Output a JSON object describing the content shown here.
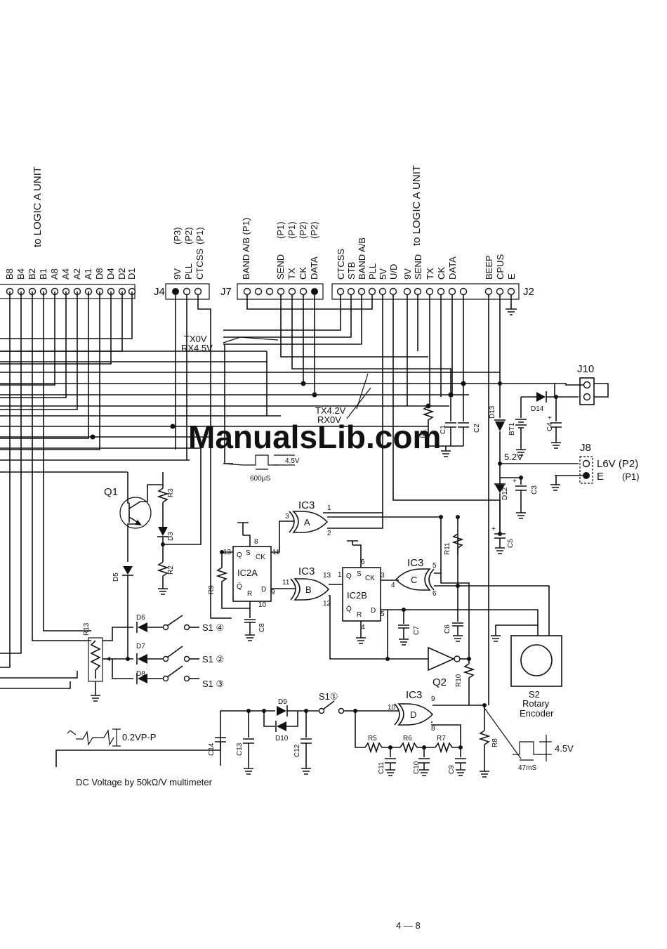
{
  "logic_a_label": "to LOGIC A UNIT",
  "left_connector": {
    "pins": [
      "B8",
      "B4",
      "B2",
      "B1",
      "A8",
      "A4",
      "A2",
      "A1",
      "D8",
      "D4",
      "D2",
      "D1"
    ]
  },
  "j4": {
    "name": "J4",
    "pins": [
      "9V",
      "PLL",
      "CTCSS"
    ],
    "notes": [
      "(P3)",
      "(P2)",
      "(P1)"
    ]
  },
  "j7": {
    "name": "J7",
    "pins": [
      "BAND A/B (P1)",
      "",
      "",
      "SEND",
      "TX",
      "CK",
      "DATA"
    ],
    "notes": [
      "(P1)",
      "(P1)",
      "(P2)",
      "(P2)"
    ]
  },
  "j2": {
    "name": "J2",
    "pins": [
      "CTCSS",
      "STB",
      "BAND A/B",
      "PLL",
      "5V",
      "U/D",
      "9V",
      "SEND",
      "TX",
      "CK",
      "DATA",
      "",
      "BEEP",
      "CPUS",
      "E"
    ]
  },
  "voltages": {
    "tx0v": "TX0V",
    "rx45": "RX4.5V",
    "tx42": "TX4.2V",
    "rx0": "RX0V",
    "v52": "5.2V",
    "pulse1_amp": "4.5V",
    "pulse1_width": "600μS",
    "pulse2_amp": "4.5V",
    "pulse2_width": "47mS",
    "vpp": "0.2VP-P"
  },
  "components": {
    "q1": "Q1",
    "q2": "Q2",
    "r13": "R13",
    "r1": "R1",
    "r2": "R2",
    "r3": "R3",
    "r5": "R5",
    "r6": "R6",
    "r7": "R7",
    "r8": "R8",
    "r9": "R9",
    "r10": "R10",
    "r11": "R11",
    "d3": "D3",
    "d5": "D5",
    "d6": "D6",
    "d7": "D7",
    "d8": "D8",
    "d9": "D9",
    "d10": "D10",
    "d12": "D12",
    "d13": "D13",
    "d14": "D14",
    "c1": "C1",
    "c2": "C2",
    "c3": "C3",
    "c4": "C4",
    "c5": "C5",
    "c6": "C6",
    "c7": "C7",
    "c8": "C8",
    "c9": "C9",
    "c10": "C10",
    "c11": "C11",
    "c12": "C12",
    "c13": "C13",
    "c14": "C14",
    "bt1": "BT1",
    "ic3": "IC3",
    "ic2a": "IC2A",
    "ic2b": "IC2B",
    "gate_a": "A",
    "gate_b": "B",
    "gate_c": "C",
    "gate_d": "D"
  },
  "switches": {
    "s1_4": "S1 ④",
    "s1_2": "S1 ②",
    "s1_3": "S1 ③",
    "s1_1": "S1①"
  },
  "j10": {
    "name": "J10"
  },
  "j8": {
    "name": "J8",
    "pin1": "L6V (P2)",
    "pin2": "E",
    "note": "(P1)"
  },
  "encoder": {
    "ref": "S2",
    "line1": "Rotary",
    "line2": "Encoder"
  },
  "footnote": "DC Voltage by 50kΩ/V multimeter",
  "page_number": "4 — 8",
  "watermark": "ManualsLib.com"
}
